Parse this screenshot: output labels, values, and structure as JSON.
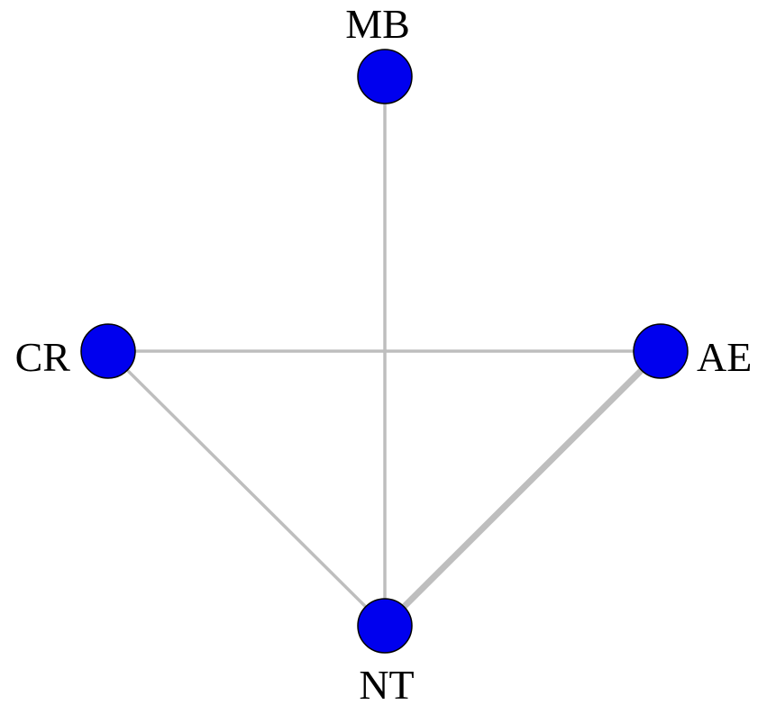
{
  "diagram": {
    "type": "network",
    "node_color": "#0000ee",
    "node_outline_color": "#000000",
    "edge_color": "#bebebe",
    "nodes": [
      {
        "id": "MB",
        "label": "MB"
      },
      {
        "id": "CR",
        "label": "CR"
      },
      {
        "id": "AE",
        "label": "AE"
      },
      {
        "id": "NT",
        "label": "NT"
      }
    ],
    "edges": [
      {
        "source": "MB",
        "target": "NT",
        "weight": 1
      },
      {
        "source": "CR",
        "target": "AE",
        "weight": 1
      },
      {
        "source": "CR",
        "target": "NT",
        "weight": 1
      },
      {
        "source": "AE",
        "target": "NT",
        "weight": 2
      }
    ]
  }
}
